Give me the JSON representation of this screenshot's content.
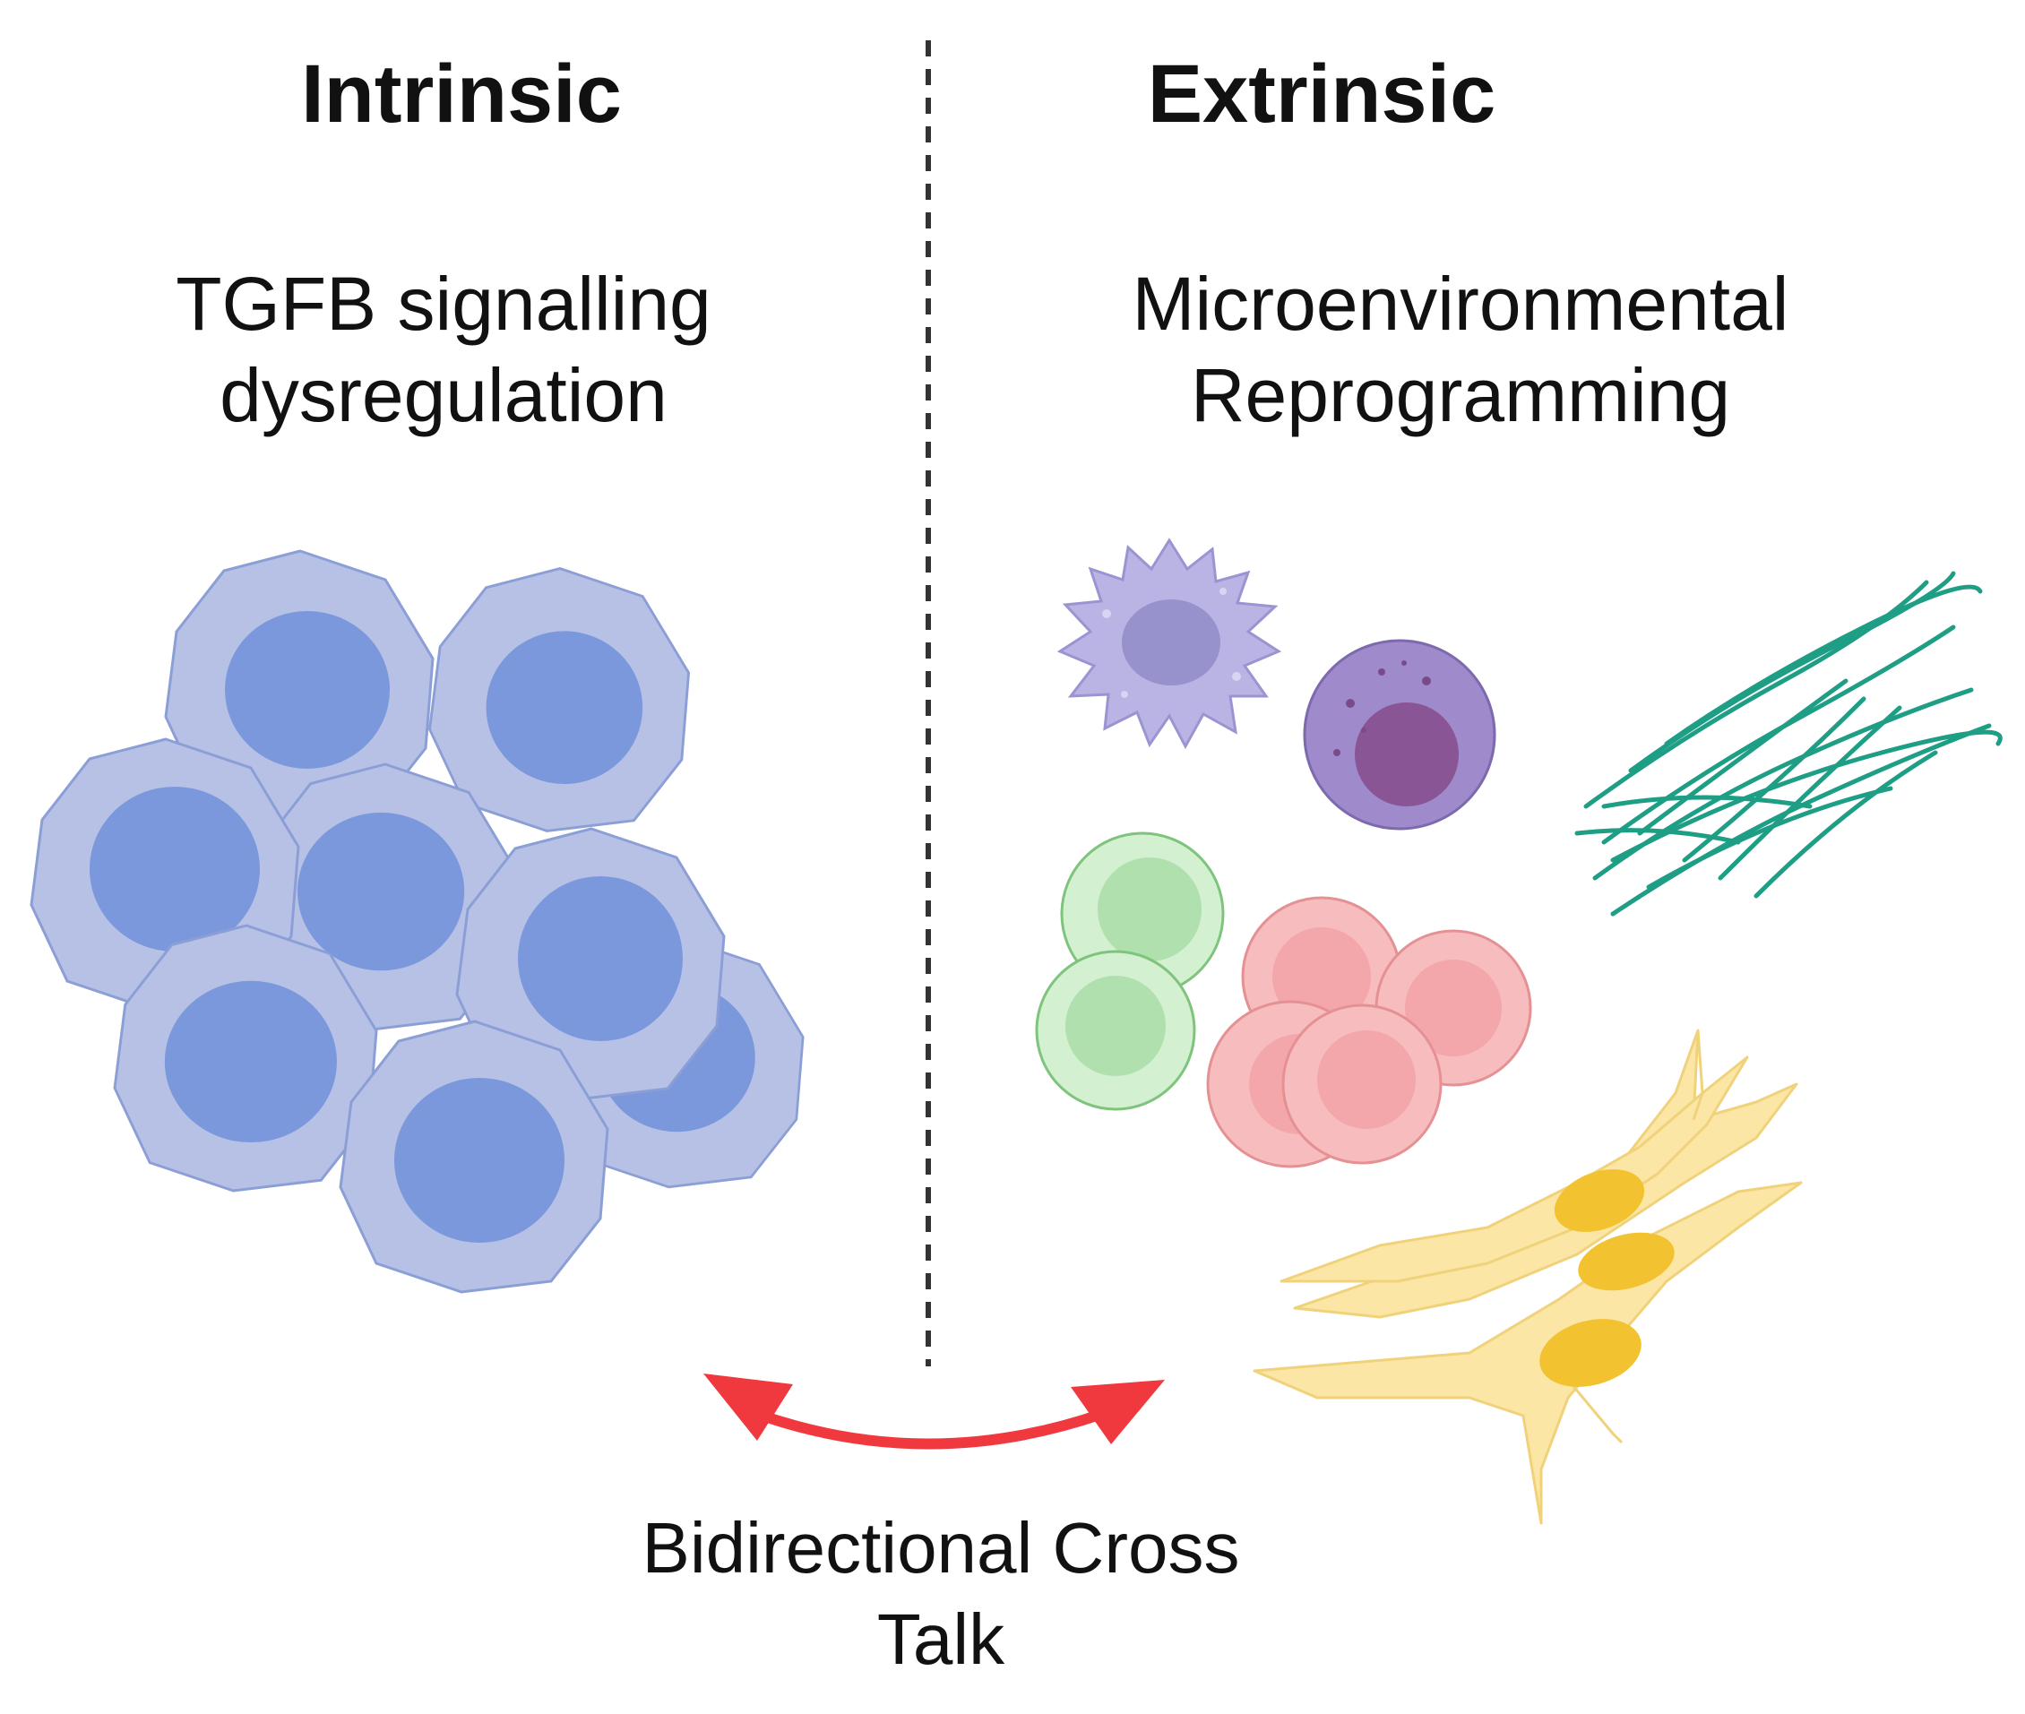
{
  "left_panel": {
    "heading": "Intrinsic",
    "subtitle_line1": "TGFB signalling",
    "subtitle_line2": "dysregulation",
    "illustration": "tumor-cell-cluster"
  },
  "right_panel": {
    "heading": "Extrinsic",
    "subtitle_line1": "Microenvironmental",
    "subtitle_line2": "Reprogramming",
    "illustrations": [
      "dendritic-cell",
      "granulocyte",
      "extracellular-matrix-fibers",
      "lymphocytes",
      "red-blood-cells",
      "fibroblasts"
    ]
  },
  "crosstalk": {
    "label_line1": "Bidirectional Cross",
    "label_line2": "Talk",
    "arrow": "double-headed-arrow"
  },
  "colors": {
    "tumor_cell_fill": "#b7c1e5",
    "tumor_cell_nucleus": "#7b98dc",
    "dendritic_cell": "#b9b4e3",
    "granulocyte": "#9f8acb",
    "granulocyte_nucleus": "#8a5594",
    "ecm_fiber": "#1e9e85",
    "lymphocyte": "#d3f0d1",
    "lymphocyte_nucleus": "#b0e0ae",
    "red_blood_cell": "#f7bcbe",
    "fibroblast": "#fbe6a6",
    "fibroblast_nucleus": "#f2c230",
    "arrow": "#f0383f",
    "divider": "#333333"
  }
}
